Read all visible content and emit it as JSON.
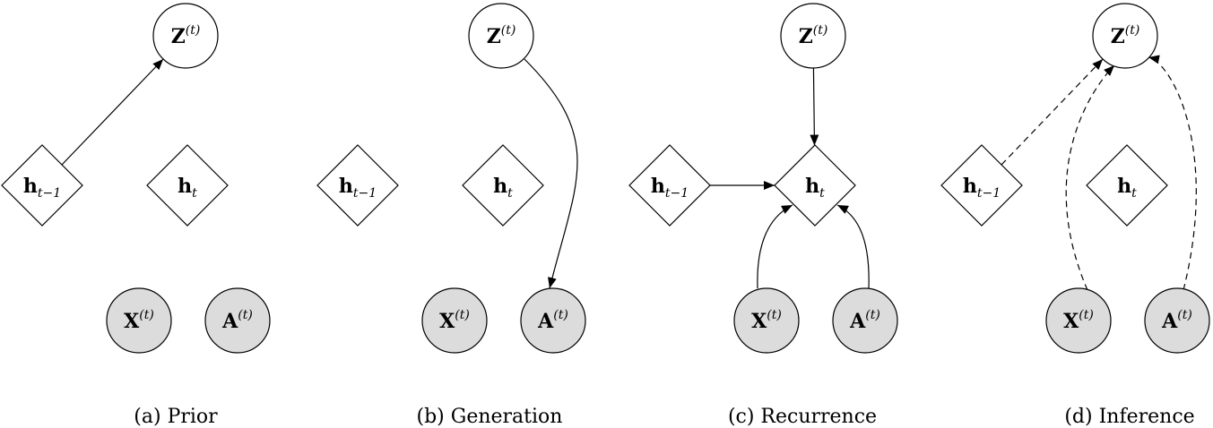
{
  "colors": {
    "observed_fill": "#dcdcdc",
    "latent_fill": "#ffffff",
    "stroke": "#000000"
  },
  "labels": {
    "Z": {
      "base": "Z",
      "sup": "(t)"
    },
    "X": {
      "base": "X",
      "sup": "(t)"
    },
    "A": {
      "base": "A",
      "sup": "(t)"
    },
    "h_prev": {
      "base": "h",
      "sub": "t−1"
    },
    "h_cur": {
      "base": "h",
      "sub": "t"
    }
  },
  "panels": [
    {
      "caption": "(a) Prior",
      "edges": [
        {
          "from": "h_prev",
          "to": "Z",
          "style": "solid"
        }
      ]
    },
    {
      "caption": "(b) Generation",
      "edges": [
        {
          "from": "Z",
          "to": "A",
          "style": "solid"
        }
      ]
    },
    {
      "caption": "(c) Recurrence",
      "edges": [
        {
          "from": "Z",
          "to": "h_cur",
          "style": "solid"
        },
        {
          "from": "h_prev",
          "to": "h_cur",
          "style": "solid"
        },
        {
          "from": "X",
          "to": "h_cur",
          "style": "solid"
        },
        {
          "from": "A",
          "to": "h_cur",
          "style": "solid"
        }
      ]
    },
    {
      "caption": "(d) Inference",
      "edges": [
        {
          "from": "h_prev",
          "to": "Z",
          "style": "dashed"
        },
        {
          "from": "X",
          "to": "Z",
          "style": "dashed"
        },
        {
          "from": "A",
          "to": "Z",
          "style": "dashed"
        }
      ]
    }
  ]
}
